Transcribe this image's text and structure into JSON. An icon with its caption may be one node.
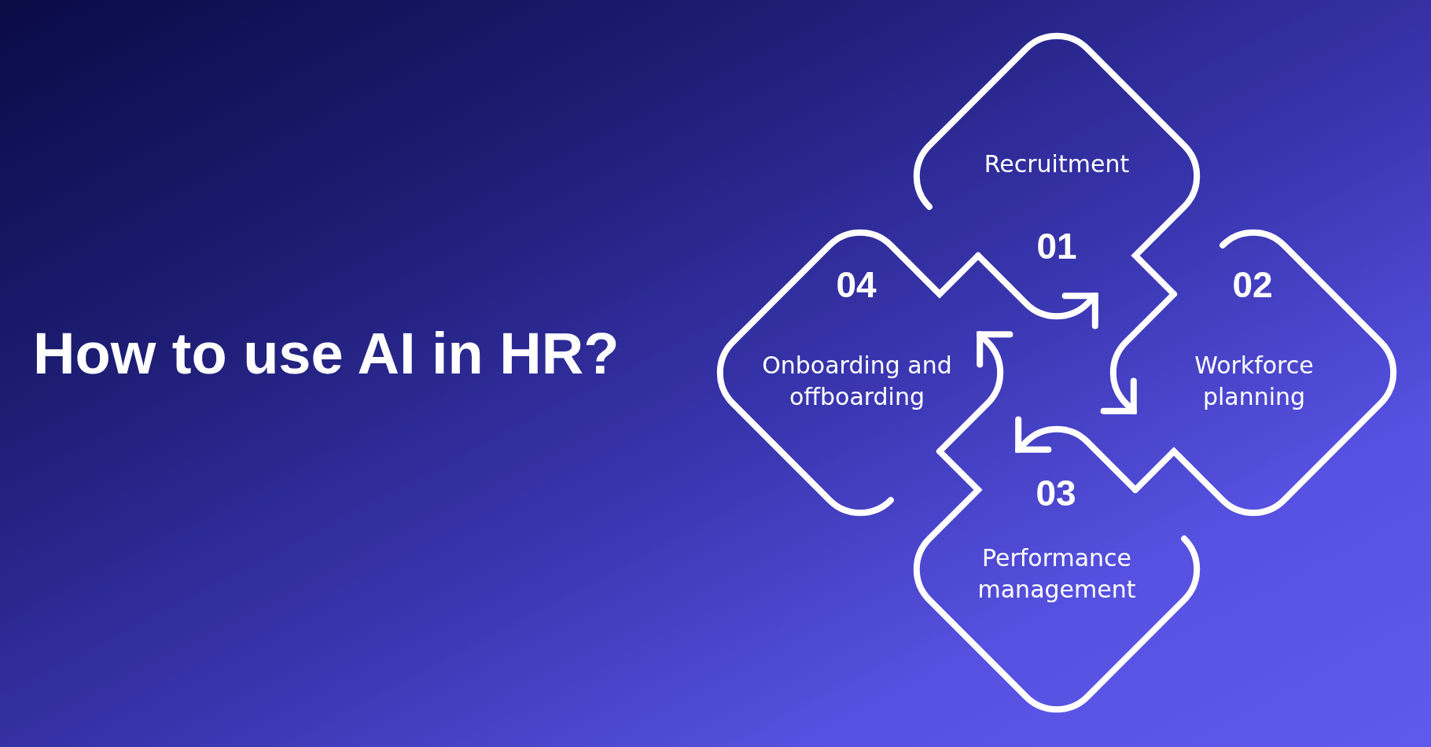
{
  "diagram": {
    "title": "How to use AI in HR?",
    "nodes": [
      {
        "text": [
          "Recruitment",
          "01"
        ]
      },
      {
        "text": [
          "02",
          "Workforce planning"
        ]
      },
      {
        "text": [
          "03",
          "Performance management"
        ]
      },
      {
        "text": [
          "04",
          "Onboarding and offboarding"
        ]
      }
    ],
    "edges": [
      {
        "from": 0,
        "to": 1,
        "arrow": "to"
      },
      {
        "from": 1,
        "to": 2,
        "arrow": "to"
      },
      {
        "from": 2,
        "to": 3,
        "arrow": "to"
      },
      {
        "from": 3,
        "to": 0,
        "arrow": "to"
      }
    ]
  }
}
